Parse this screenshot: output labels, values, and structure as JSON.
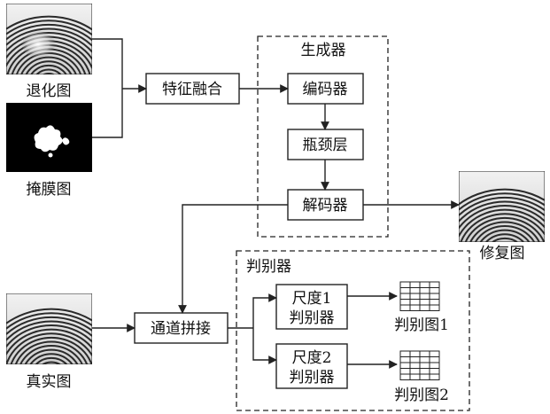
{
  "images": {
    "degraded_label": "退化图",
    "mask_label": "掩膜图",
    "real_label": "真实图",
    "repaired_label": "修复图"
  },
  "nodes": {
    "feature_fusion": "特征融合",
    "encoder": "编码器",
    "bottleneck": "瓶颈层",
    "decoder": "解码器",
    "channel_concat": "通道拼接",
    "discriminator_scale1_line1": "尺度1",
    "discriminator_scale1_line2": "判别器",
    "discriminator_scale2_line1": "尺度2",
    "discriminator_scale2_line2": "判别器"
  },
  "groups": {
    "generator_title": "生成器",
    "discriminator_title": "判别器"
  },
  "outputs": {
    "map1_label": "判别图1",
    "map2_label": "判别图2"
  },
  "colors": {
    "line": "#222222",
    "background": "#ffffff",
    "mask_bg": "#000000",
    "mask_blob": "#ffffff"
  }
}
